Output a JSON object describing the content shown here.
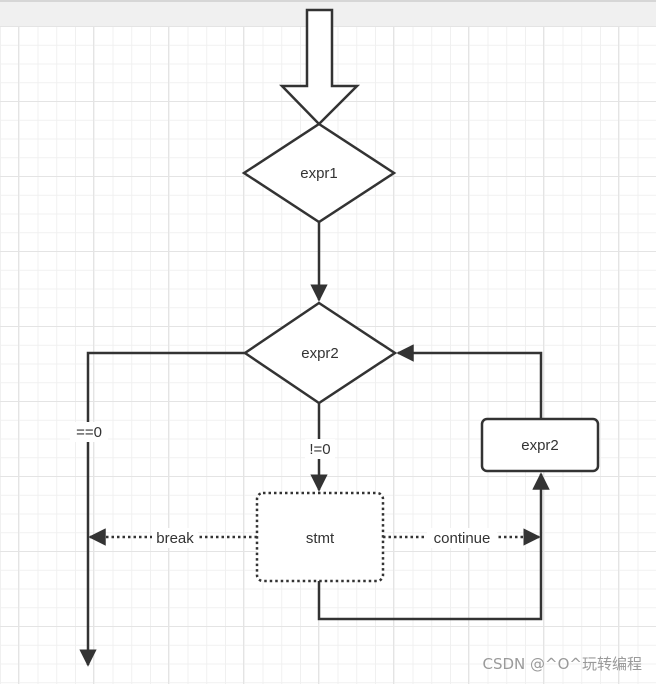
{
  "diagram": {
    "title": "for-loop flowchart",
    "colors": {
      "stroke": "#333333",
      "text": "#333333",
      "background": "#ffffff",
      "grid": "#e4e4e4"
    },
    "nodes": {
      "start_arrow": {
        "shape": "block-arrow-down",
        "label": ""
      },
      "expr1": {
        "shape": "diamond",
        "label": "expr1"
      },
      "expr2_condition": {
        "shape": "diamond",
        "label": "expr2"
      },
      "stmt": {
        "shape": "rounded-rect-dotted",
        "label": "stmt"
      },
      "expr3": {
        "shape": "rounded-rect",
        "label": "expr2"
      }
    },
    "edges": [
      {
        "id": "expr1-to-condition",
        "from": "expr1",
        "to": "expr2_condition",
        "label": "",
        "style": "solid"
      },
      {
        "id": "condition-false-exit",
        "from": "expr2_condition",
        "to": "exit",
        "label": "==0",
        "style": "solid"
      },
      {
        "id": "condition-true",
        "from": "expr2_condition",
        "to": "stmt",
        "label": "!=0",
        "style": "solid"
      },
      {
        "id": "stmt-break",
        "from": "stmt",
        "to": "exit",
        "label": "break",
        "style": "dotted"
      },
      {
        "id": "stmt-continue",
        "from": "stmt",
        "to": "expr3",
        "label": "continue",
        "style": "dotted"
      },
      {
        "id": "stmt-to-expr3",
        "from": "stmt",
        "to": "expr3",
        "label": "",
        "style": "solid"
      },
      {
        "id": "expr3-to-condition",
        "from": "expr3",
        "to": "expr2_condition",
        "label": "",
        "style": "solid"
      }
    ]
  },
  "watermark": "CSDN @^O^玩转编程"
}
